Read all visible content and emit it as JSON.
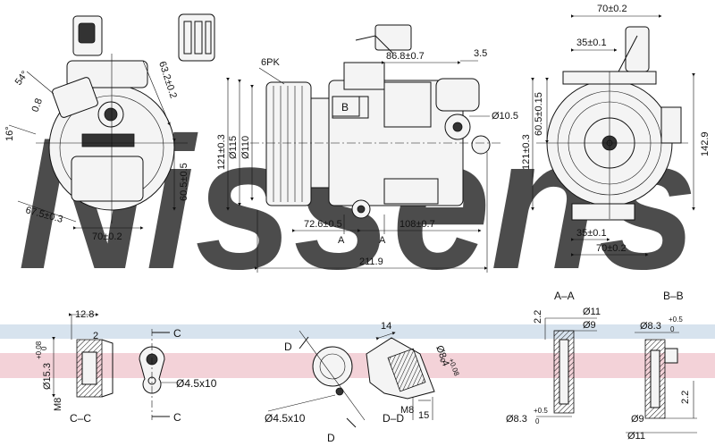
{
  "watermark": {
    "text": "Nissens",
    "color": "#c9d9e8"
  },
  "bands": {
    "blue": "#d7e3ee",
    "red": "#f3d2d8"
  },
  "views": {
    "side": {
      "dims": [
        "63.2±0.2",
        "54°",
        "0.8",
        "16°",
        "60.5±0.5",
        "67.5±0.3",
        "70±0.2"
      ]
    },
    "main": {
      "dims": [
        "6PK",
        "86.8±0.7",
        "3.5",
        "B",
        "121±0.3",
        "Ø115",
        "Ø110",
        "Ø10.5",
        "72.6±0.5",
        "108±0.7",
        "A",
        "A",
        "211.9"
      ]
    },
    "front": {
      "dims": [
        "70±0.2",
        "35±0.1",
        "121±0.3",
        "60.5±0.15",
        "142.9",
        "35±0.1",
        "70±0.2"
      ]
    },
    "detail_cc": {
      "dims": [
        "12.8",
        "2",
        "Ø15.3",
        "+0.08",
        "0",
        "M8",
        "C–C"
      ]
    },
    "detail_c": {
      "dims": [
        "C",
        "C",
        "Ø4.5x10"
      ]
    },
    "detail_d": {
      "dims": [
        "D",
        "D",
        "Ø4.5x10"
      ]
    },
    "detail_dd": {
      "dims": [
        "14",
        "Ø8.4",
        "+0.08",
        "0",
        "M8",
        "15",
        "D–D"
      ]
    },
    "section_aa": {
      "dims": [
        "A–A",
        "2.2",
        "Ø11",
        "Ø9",
        "Ø8.3",
        "+0.5",
        "0"
      ]
    },
    "section_bb": {
      "dims": [
        "B–B",
        "Ø8.3",
        "+0.5",
        "0",
        "2.2",
        "Ø9",
        "Ø11"
      ]
    }
  }
}
